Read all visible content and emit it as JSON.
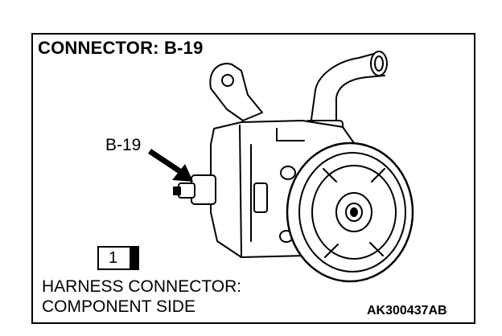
{
  "title": "CONNECTOR: B-19",
  "callout_label": "B-19",
  "pin_number": "1",
  "caption_line1": "HARNESS CONNECTOR:",
  "caption_line2": "COMPONENT SIDE",
  "figure_code": "AK300437AB"
}
